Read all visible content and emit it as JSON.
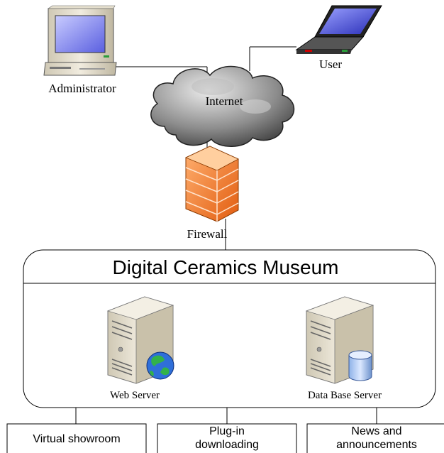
{
  "nodes": {
    "administrator": "Administrator",
    "user": "User",
    "internet": "Internet",
    "firewall": "Firewall",
    "web_server": "Web Server",
    "db_server": "Data Base Server"
  },
  "container": {
    "title": "Digital Ceramics Museum"
  },
  "modules": [
    {
      "line1": "Virtual showroom",
      "line2": ""
    },
    {
      "line1": "Plug-in",
      "line2": "downloading"
    },
    {
      "line1": "News and",
      "line2": "announcements"
    }
  ]
}
